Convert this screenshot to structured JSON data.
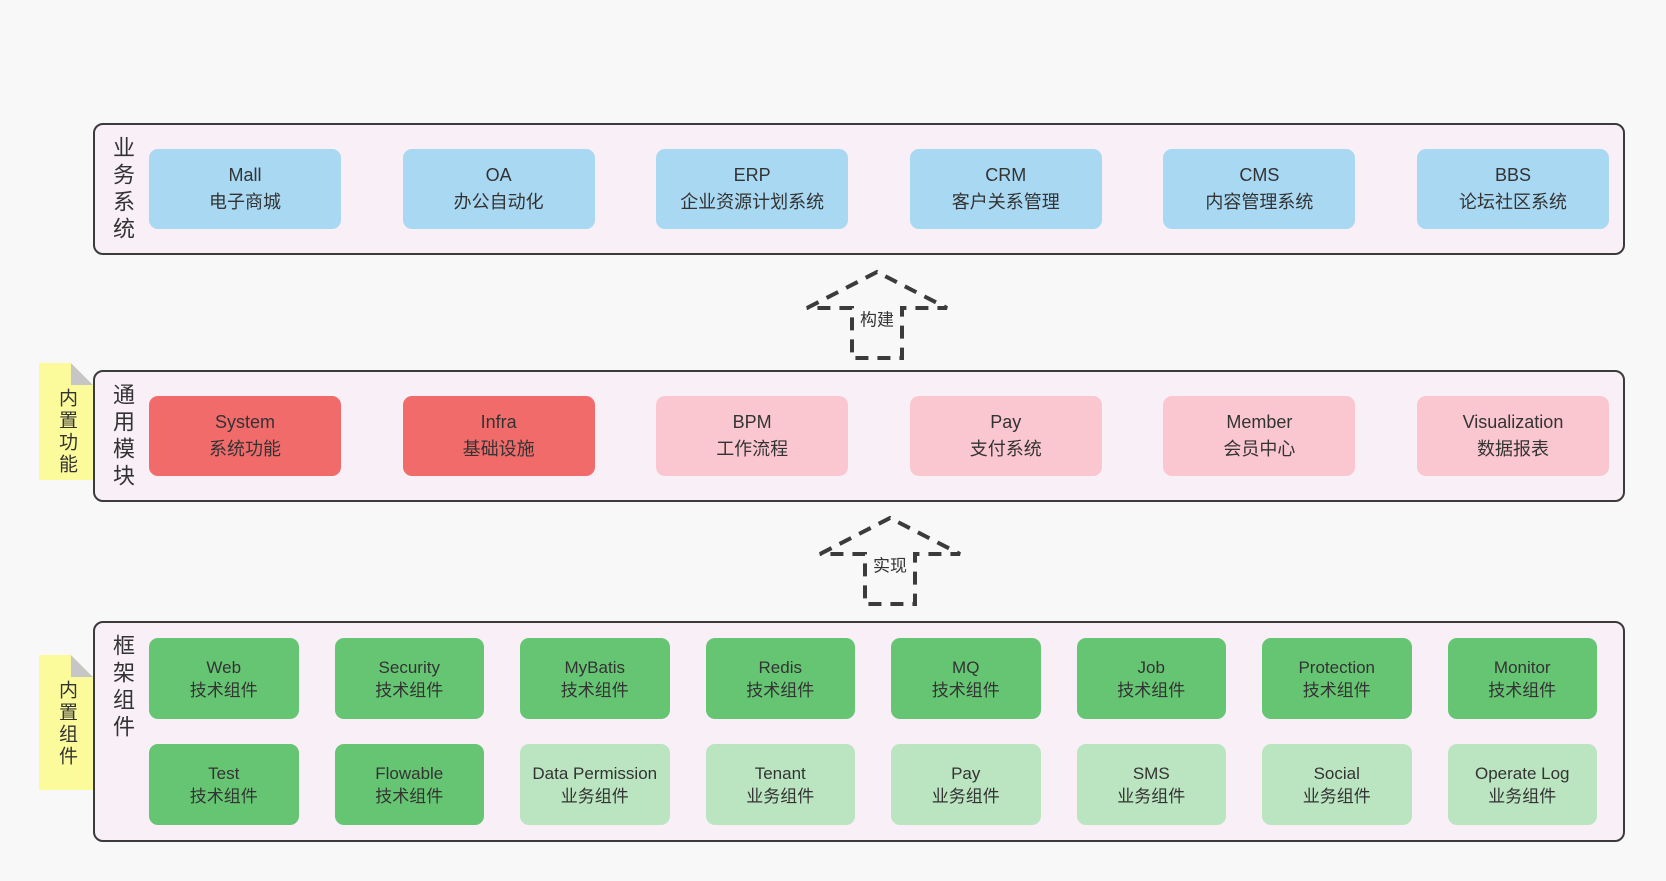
{
  "colors": {
    "page_bg": "#f8f8f8",
    "layer_bg": "#f8eff7",
    "layer_border": "#3b3b3b",
    "box_blue": "#a8d8f2",
    "box_red": "#f16b6b",
    "box_pink": "#fac7d0",
    "box_green": "#66c573",
    "box_green_light": "#bae5c0",
    "note_yellow": "#fbfb9b",
    "note_fold_gray": "#c6c6c6",
    "text": "#333333"
  },
  "arrows": [
    {
      "label": "构建"
    },
    {
      "label": "实现"
    }
  ],
  "layers": [
    {
      "label": "业务系统",
      "boxes": [
        {
          "name": "Mall",
          "desc": "电子商城",
          "variant": "blue"
        },
        {
          "name": "OA",
          "desc": "办公自动化",
          "variant": "blue"
        },
        {
          "name": "ERP",
          "desc": "企业资源计划系统",
          "variant": "blue"
        },
        {
          "name": "CRM",
          "desc": "客户关系管理",
          "variant": "blue"
        },
        {
          "name": "CMS",
          "desc": "内容管理系统",
          "variant": "blue"
        },
        {
          "name": "BBS",
          "desc": "论坛社区系统",
          "variant": "blue"
        }
      ]
    },
    {
      "label": "通用模块",
      "note": "内置功能",
      "boxes": [
        {
          "name": "System",
          "desc": "系统功能",
          "variant": "red"
        },
        {
          "name": "Infra",
          "desc": "基础设施",
          "variant": "red"
        },
        {
          "name": "BPM",
          "desc": "工作流程",
          "variant": "pink"
        },
        {
          "name": "Pay",
          "desc": "支付系统",
          "variant": "pink"
        },
        {
          "name": "Member",
          "desc": "会员中心",
          "variant": "pink"
        },
        {
          "name": "Visualization",
          "desc": "数据报表",
          "variant": "pink"
        }
      ]
    },
    {
      "label": "框架组件",
      "note": "内置组件",
      "boxes": [
        {
          "name": "Web",
          "desc": "技术组件",
          "variant": "green"
        },
        {
          "name": "Security",
          "desc": "技术组件",
          "variant": "green"
        },
        {
          "name": "MyBatis",
          "desc": "技术组件",
          "variant": "green"
        },
        {
          "name": "Redis",
          "desc": "技术组件",
          "variant": "green"
        },
        {
          "name": "MQ",
          "desc": "技术组件",
          "variant": "green"
        },
        {
          "name": "Job",
          "desc": "技术组件",
          "variant": "green"
        },
        {
          "name": "Protection",
          "desc": "技术组件",
          "variant": "green"
        },
        {
          "name": "Monitor",
          "desc": "技术组件",
          "variant": "green"
        },
        {
          "name": "Test",
          "desc": "技术组件",
          "variant": "green"
        },
        {
          "name": "Flowable",
          "desc": "技术组件",
          "variant": "green"
        },
        {
          "name": "Data Permission",
          "desc": "业务组件",
          "variant": "lightgreen"
        },
        {
          "name": "Tenant",
          "desc": "业务组件",
          "variant": "lightgreen"
        },
        {
          "name": "Pay",
          "desc": "业务组件",
          "variant": "lightgreen"
        },
        {
          "name": "SMS",
          "desc": "业务组件",
          "variant": "lightgreen"
        },
        {
          "name": "Social",
          "desc": "业务组件",
          "variant": "lightgreen"
        },
        {
          "name": "Operate Log",
          "desc": "业务组件",
          "variant": "lightgreen"
        }
      ]
    }
  ]
}
